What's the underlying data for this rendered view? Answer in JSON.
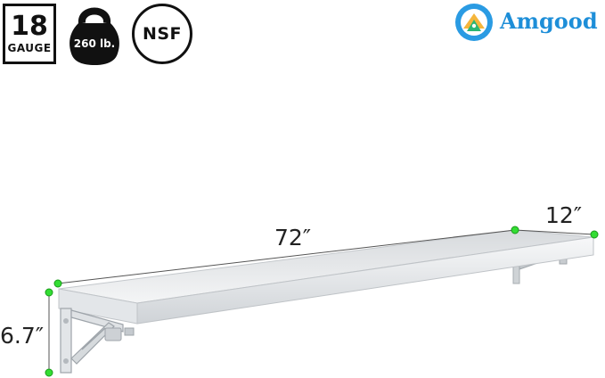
{
  "badges": {
    "gauge": {
      "value": "18",
      "label": "GAUGE",
      "icon": "gauge-icon"
    },
    "weight": {
      "value": "260 lb.",
      "icon": "kettlebell-icon"
    },
    "certification": {
      "value": "NSF",
      "icon": "nsf-seal-icon"
    }
  },
  "brand": {
    "name": "Amgood",
    "logo": "amgood-logo-icon"
  },
  "dimensions": {
    "length": "72″",
    "depth": "12″",
    "height": "6.7″"
  },
  "colors": {
    "brand": "#1d8ed8",
    "marker": "#33dd33",
    "shelf": "#e9ebed",
    "badge": "#111111"
  }
}
